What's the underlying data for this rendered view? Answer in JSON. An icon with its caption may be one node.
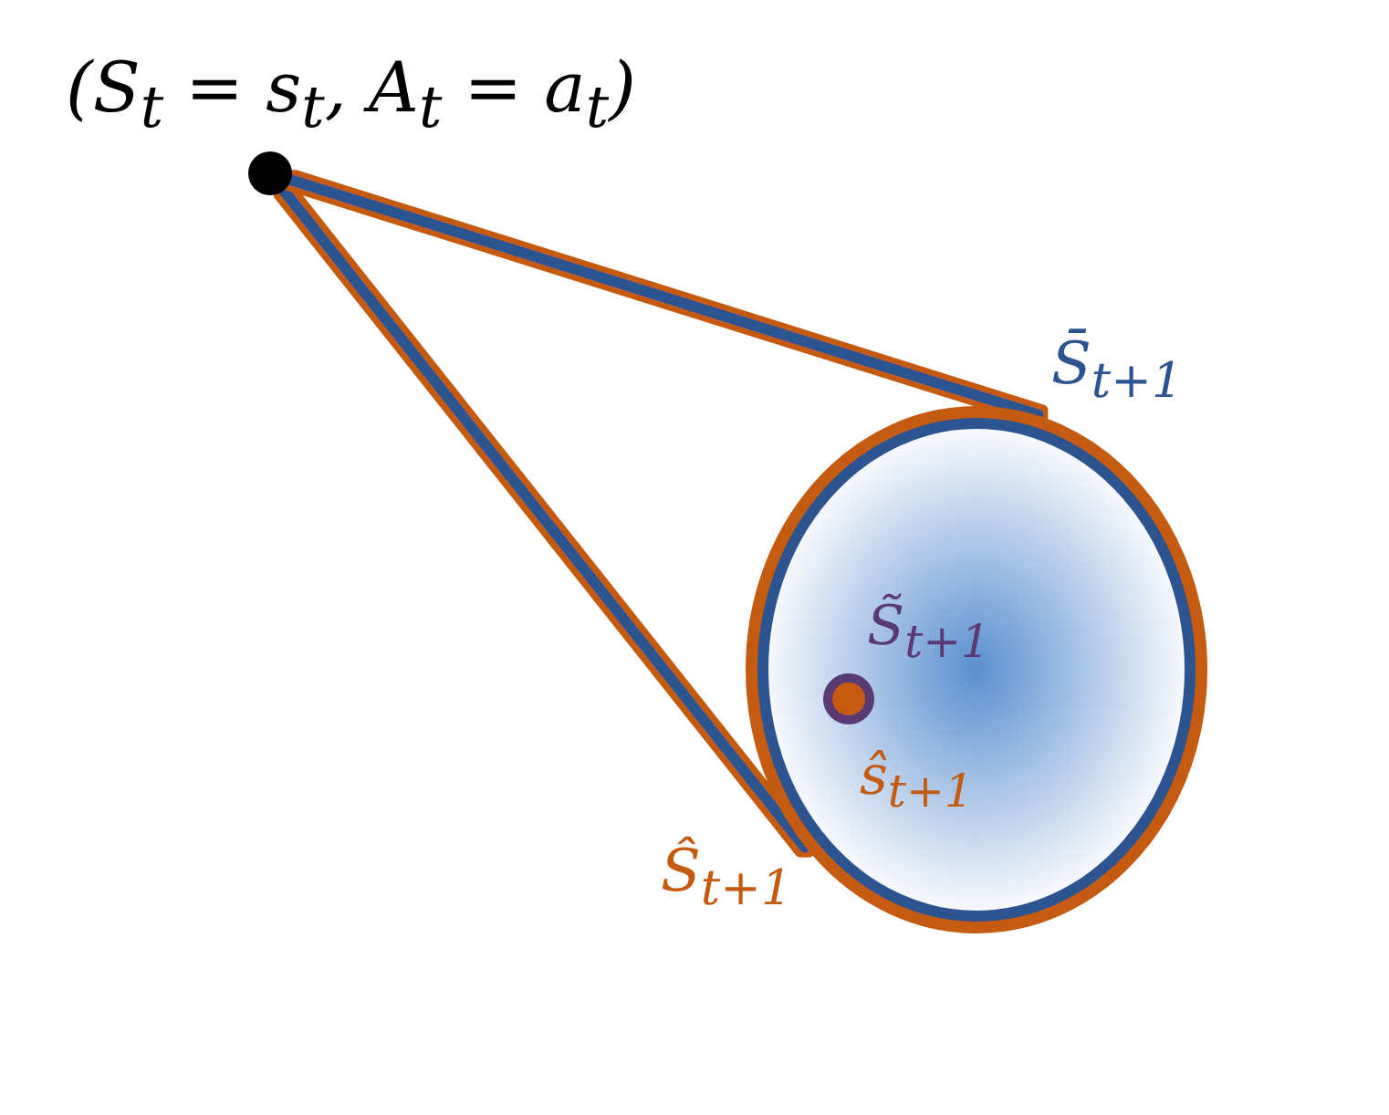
{
  "diagram": {
    "nodes": [
      {
        "text": [],
        "shape": "circle",
        "beside": [
          "(S$_{t}$ = s$_{t}$, A$_{t}$ = a$_{t}$)"
        ]
      },
      {
        "text": [],
        "shape": "circle",
        "beside": [
          "S̄$_{t+1}$",
          "Ŝ$_{t+1}$"
        ]
      },
      {
        "text": [],
        "shape": "circle",
        "in": 1,
        "beside": [
          "S̃$_{t+1}$",
          "ŝ$_{t+1}$"
        ]
      }
    ],
    "edges": [
      {
        "from": 0,
        "to": 1,
        "arrow": "none"
      },
      {
        "from": 0,
        "to": 1,
        "arrow": "none"
      }
    ]
  }
}
